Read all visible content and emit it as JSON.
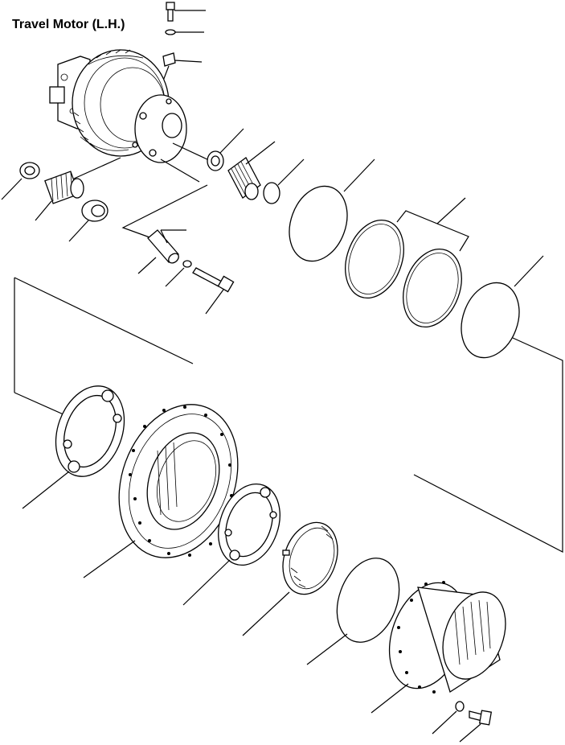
{
  "diagram": {
    "title": "Travel Motor (L.H.)",
    "parts": [
      "bolt-top",
      "washer-top",
      "clip-top",
      "travel-motor-assembly",
      "bearing-left",
      "gear-left",
      "bearing-left-small",
      "dowel-pin",
      "washer-small",
      "bolt-mid",
      "bearing-center",
      "roller-gear",
      "snap-ring-small",
      "o-ring-1",
      "seal-ring-1",
      "seal-ring-2",
      "o-ring-2",
      "bearing-race-lower",
      "hub-flange",
      "bearing-race-mid",
      "floating-seal",
      "o-ring-lower",
      "sprocket-drum",
      "washer-lower",
      "bolt-lower"
    ]
  }
}
